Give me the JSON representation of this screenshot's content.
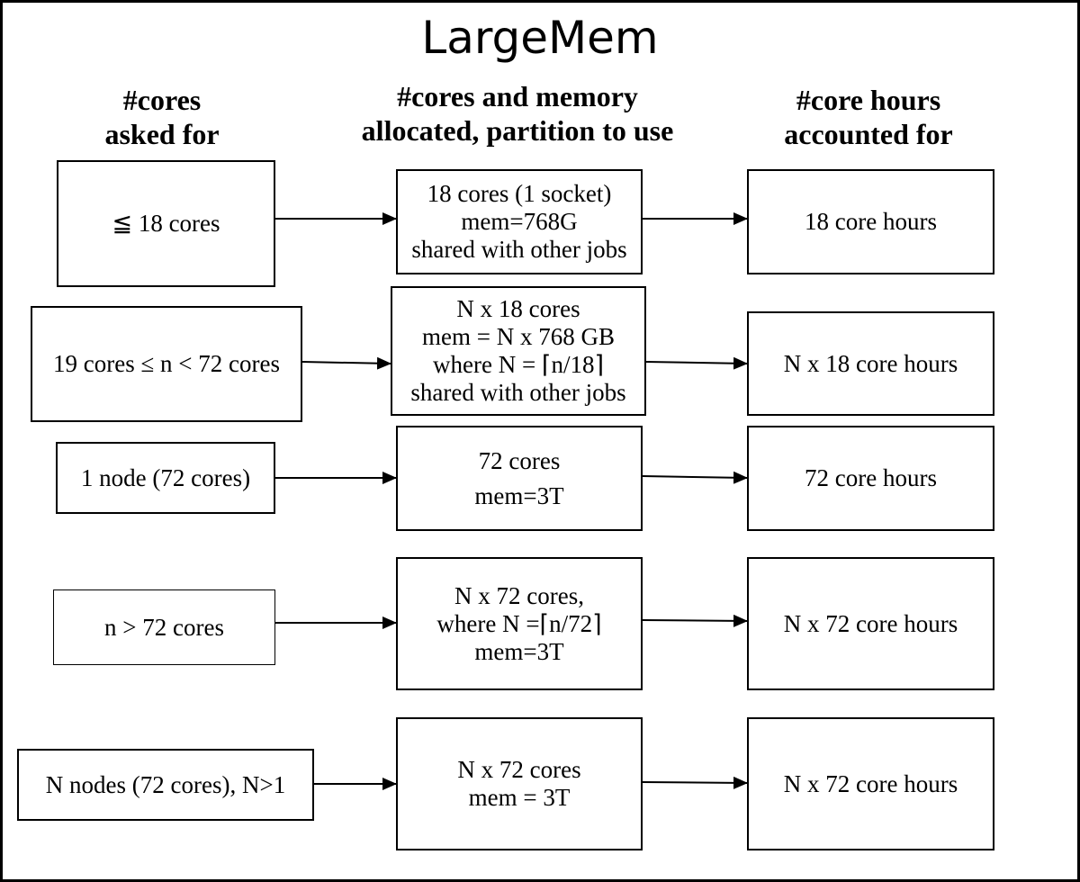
{
  "title": "LargeMem",
  "headers": {
    "col1": [
      "#cores",
      "asked for"
    ],
    "col2": [
      "#cores and memory",
      "allocated, partition to use"
    ],
    "col3": [
      "#core hours",
      "accounted for"
    ]
  },
  "rows": [
    {
      "request": [
        "≦ 18 cores"
      ],
      "allocation": [
        "18 cores (1 socket)",
        "mem=768G",
        "shared with other jobs"
      ],
      "accounting": [
        "18 core hours"
      ]
    },
    {
      "request": [
        "19 cores ≤ n < 72 cores"
      ],
      "allocation": [
        "N x 18 cores",
        "mem = N x 768 GB",
        "where N = ⌈n/18⌉",
        "shared with other jobs"
      ],
      "accounting": [
        "N x 18 core hours"
      ]
    },
    {
      "request": [
        "1 node (72 cores)"
      ],
      "allocation": [
        "72 cores",
        "mem=3T"
      ],
      "accounting": [
        "72 core hours"
      ]
    },
    {
      "request": [
        "n > 72 cores"
      ],
      "allocation": [
        "N x 72 cores,",
        "where N =⌈n/72⌉",
        "mem=3T"
      ],
      "accounting": [
        "N x 72 core hours"
      ]
    },
    {
      "request": [
        "N nodes (72 cores), N>1"
      ],
      "allocation": [
        "N x 72 cores",
        "mem = 3T"
      ],
      "accounting": [
        "N x 72 core hours"
      ]
    }
  ]
}
